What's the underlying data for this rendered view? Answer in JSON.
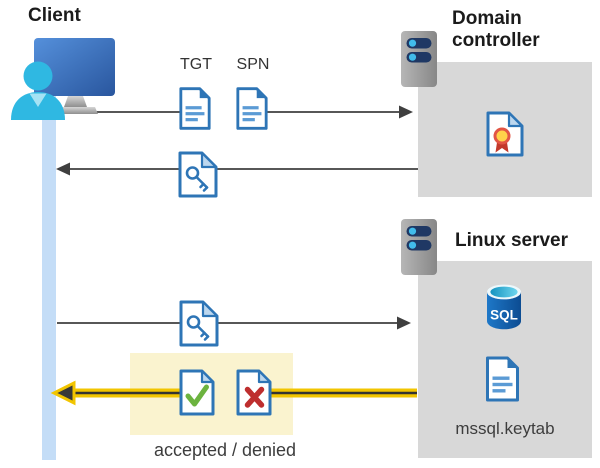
{
  "diagram": {
    "client": {
      "label": "Client"
    },
    "domain_controller": {
      "label": "Domain controller"
    },
    "linux_server": {
      "label": "Linux server",
      "sql_badge": "SQL",
      "keytab": "mssql.keytab"
    },
    "tickets": {
      "tgt": "TGT",
      "spn": "SPN"
    },
    "result": {
      "label": "accepted / denied"
    },
    "icons": {
      "client": "person-at-monitor-icon",
      "domain_controller": "server-icon",
      "linux_server": "server-icon",
      "tgt": "document-icon",
      "spn": "document-icon",
      "session_key_request": "key-document-icon",
      "session_key_reply": "key-document-icon",
      "certificate": "certificate-document-icon",
      "accepted": "check-document-icon",
      "denied": "cross-document-icon",
      "database": "sql-database-icon",
      "keytab_file": "document-icon"
    },
    "colors": {
      "doc_blue": "#2E75B6",
      "doc_line_blue": "#5B9BD5",
      "fold_light_blue": "#BDD7EE",
      "timeline_blue": "#C4DDF7",
      "box_gray": "#D8D8D8",
      "highlight_yellow": "#FAF3CF",
      "arrow_gray": "#3F3F3F",
      "arrow_yellow": "#F2C500",
      "check_green": "#6CB33F",
      "cross_red": "#BE2E2E",
      "person_cyan": "#2FB8E2",
      "server_navy": "#1F3864",
      "server_dot_cyan": "#41BCEB",
      "sql_blue": "#1264B2",
      "medal_yellow": "#FFD24A",
      "medal_red": "#C3392B"
    }
  }
}
